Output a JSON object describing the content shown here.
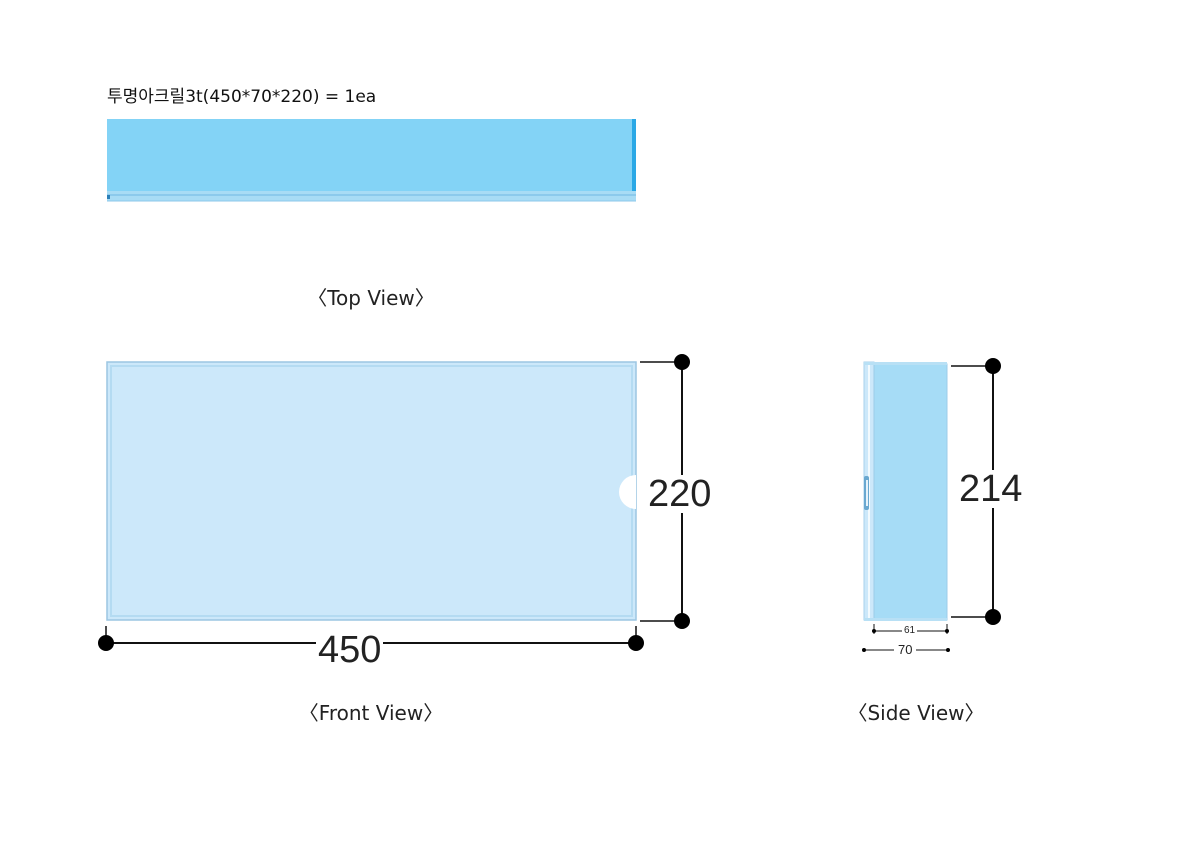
{
  "spec": {
    "title": "투명아크릴3t(450*70*220)  =  1ea"
  },
  "views": {
    "top": {
      "caption": "〈Top View〉"
    },
    "front": {
      "caption": "〈Front View〉"
    },
    "side": {
      "caption": "〈Side View〉"
    }
  },
  "dimensions": {
    "front_width": "450",
    "front_height": "220",
    "side_height": "214",
    "side_inner_depth": "61",
    "side_depth": "70"
  },
  "colors": {
    "acrylic_top": "#83d3f6",
    "acrylic_front": "#cce8fa",
    "acrylic_side": "#a6dcf6",
    "edge": "#9cc6e2",
    "dimension_line": "#111111"
  }
}
